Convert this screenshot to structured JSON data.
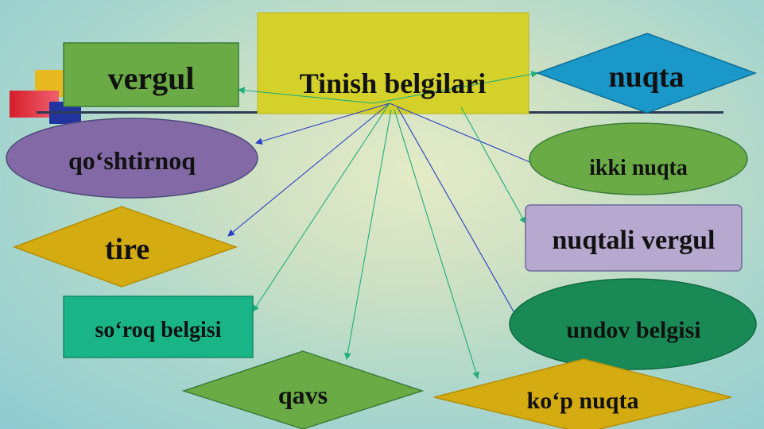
{
  "colors": {
    "center": "#d4d12a",
    "vergul": "#6aab45",
    "nuqta": "#1a98c9",
    "qoshtirnoq": "#836aa6",
    "ikki_nuqta": "#6aab45",
    "tire": "#d4ab10",
    "nuqtali_vergul": "#b6a8cf",
    "soroq": "#19b586",
    "undov": "#198a55",
    "qavs": "#6aab45",
    "kop_nuqta": "#d4ab10",
    "arrow_blue": "#2a3ec8",
    "arrow_green": "#1fae7a"
  },
  "diagram": {
    "center": "Tinish belgilari",
    "nodes": {
      "vergul": "vergul",
      "nuqta": "nuqta",
      "qoshtirnoq": "qo‘shtirnoq",
      "ikki_nuqta": "ikki nuqta",
      "tire": "tire",
      "nuqtali_vergul": "nuqtali vergul",
      "soroq": "so‘roq belgisi",
      "undov": "undov belgisi",
      "qavs": "qavs",
      "kop_nuqta": "ko‘p nuqta"
    }
  }
}
